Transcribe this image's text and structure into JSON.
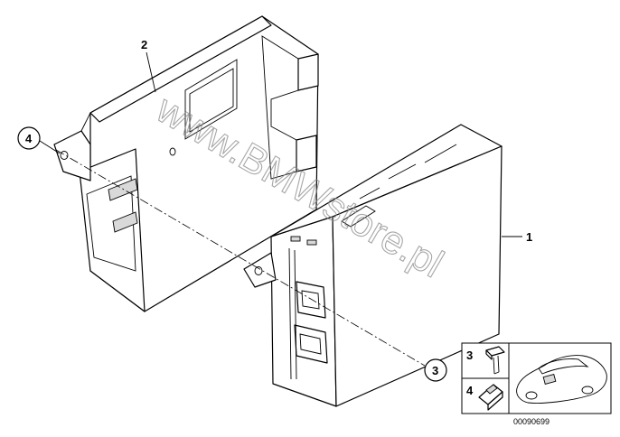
{
  "callouts": [
    {
      "number": "1"
    },
    {
      "number": "2"
    },
    {
      "number": "3"
    },
    {
      "number": "4"
    }
  ],
  "legend": {
    "item_a": "3",
    "item_b": "4",
    "reference_code": "00090699"
  },
  "watermark": "www.BMWstore.pl"
}
